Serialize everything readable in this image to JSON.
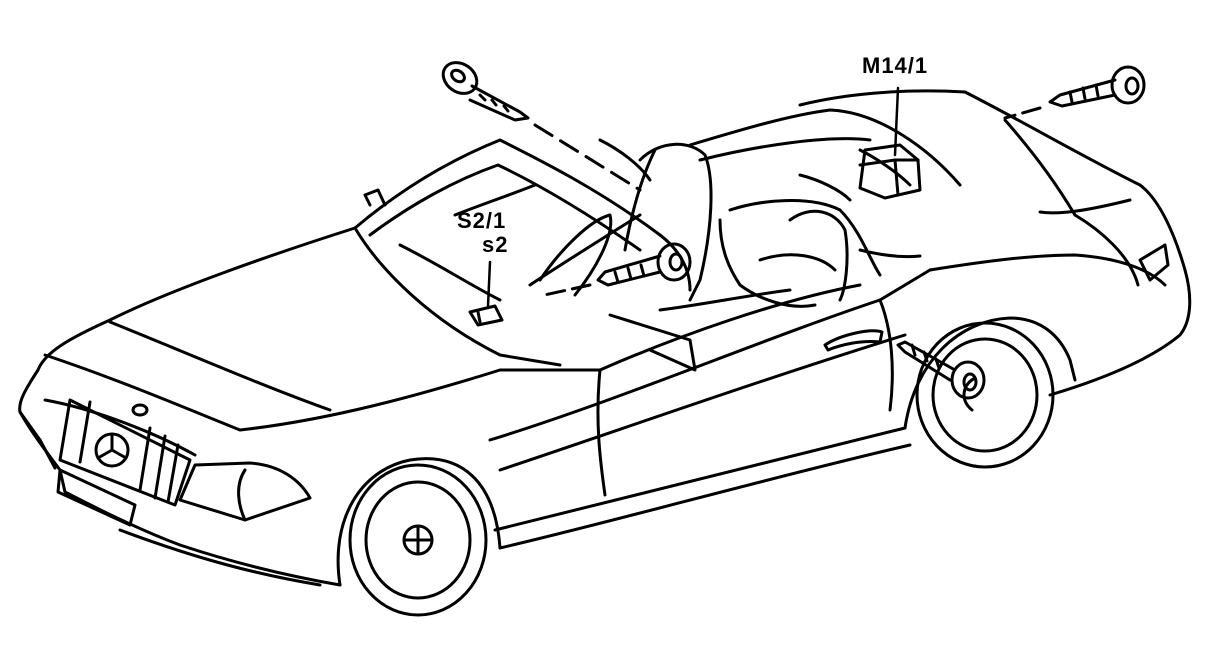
{
  "labels": {
    "m14_1": "M14/1",
    "s2_1": "S2/1",
    "s2": "s2"
  },
  "colors": {
    "line": "#000000",
    "background": "#ffffff"
  },
  "icons": [
    "key-icon",
    "mercedes-star-icon"
  ]
}
